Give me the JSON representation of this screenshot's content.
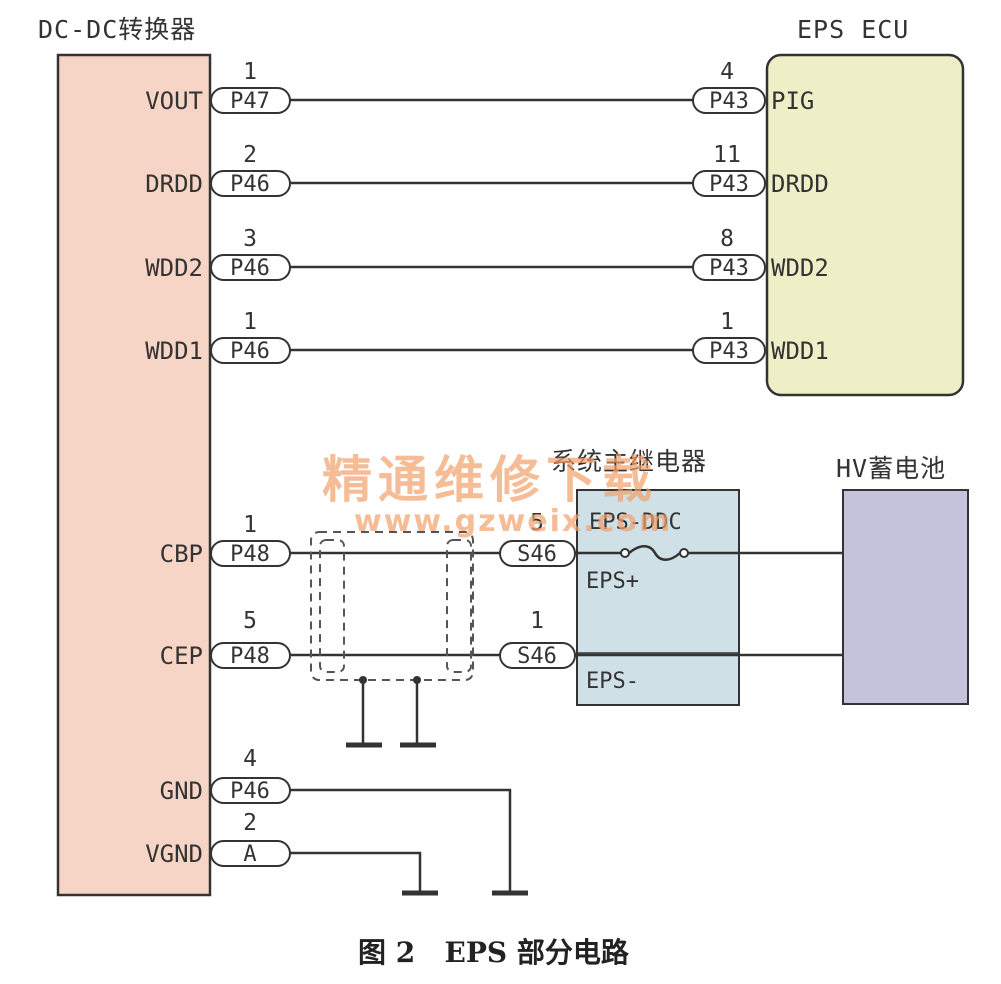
{
  "dcdc": {
    "title": "DC-DC转换器",
    "pins": [
      {
        "label": "VOUT",
        "num": "1",
        "conn": "P47"
      },
      {
        "label": "DRDD",
        "num": "2",
        "conn": "P46"
      },
      {
        "label": "WDD2",
        "num": "3",
        "conn": "P46"
      },
      {
        "label": "WDD1",
        "num": "1",
        "conn": "P46"
      },
      {
        "label": "CBP",
        "num": "1",
        "conn": "P48"
      },
      {
        "label": "CEP",
        "num": "5",
        "conn": "P48"
      },
      {
        "label": "GND",
        "num": "4",
        "conn": "P46"
      },
      {
        "label": "VGND",
        "num": "2",
        "conn": "A"
      }
    ]
  },
  "ecu": {
    "title": "EPS ECU",
    "pins": [
      {
        "label": "PIG",
        "num": "4",
        "conn": "P43"
      },
      {
        "label": "DRDD",
        "num": "11",
        "conn": "P43"
      },
      {
        "label": "WDD2",
        "num": "8",
        "conn": "P43"
      },
      {
        "label": "WDD1",
        "num": "1",
        "conn": "P43"
      }
    ]
  },
  "relay": {
    "title": "系统主继电器",
    "pins": [
      {
        "num": "5",
        "conn": "S46"
      },
      {
        "num": "1",
        "conn": "S46"
      }
    ],
    "labels": {
      "ddc": "EPS-DDC",
      "plus": "EPS+",
      "minus": "EPS-"
    }
  },
  "battery": {
    "title": "HV蓄电池"
  },
  "caption": "图 2   EPS 部分电路",
  "watermark": {
    "text": "精通维修下载",
    "url": "www.gzweix.com"
  },
  "colors": {
    "dcdc_fill": "#f7d5c6",
    "ecu_fill": "#eeefc6",
    "relay_fill": "#cfe0e6",
    "battery_fill": "#c5c3dc"
  }
}
